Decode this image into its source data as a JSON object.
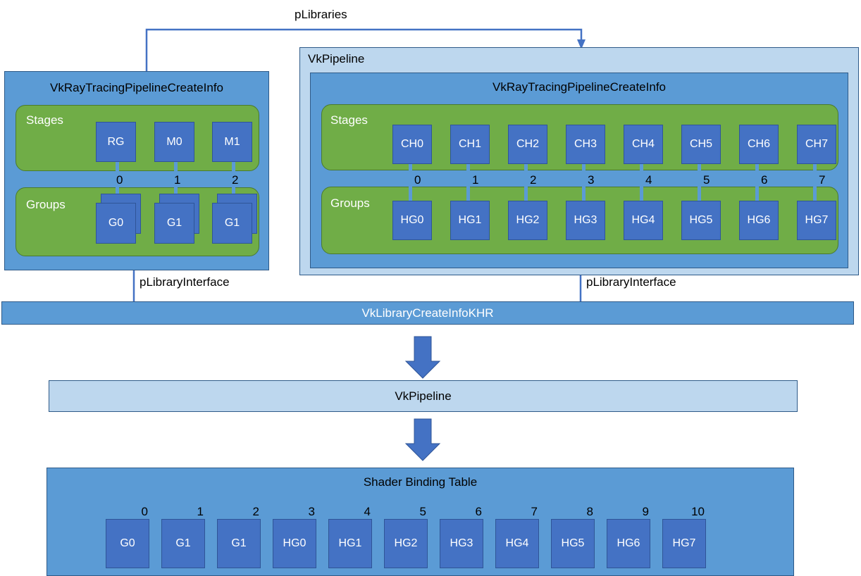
{
  "diagram": {
    "title_top_label": "pLibraries",
    "library_interface_label": "pLibraryInterface"
  },
  "left_panel": {
    "title": "VkRayTracingPipelineCreateInfo",
    "stages_label": "Stages",
    "groups_label": "Groups",
    "stages": [
      "RG",
      "M0",
      "M1"
    ],
    "groups": [
      "G0",
      "G1",
      "G1"
    ],
    "indices": [
      "0",
      "1",
      "2"
    ],
    "out_label": "pLibraryInterface"
  },
  "right_panel": {
    "outer_title": "VkPipeline",
    "title": "VkRayTracingPipelineCreateInfo",
    "stages_label": "Stages",
    "groups_label": "Groups",
    "stages": [
      "CH0",
      "CH1",
      "CH2",
      "CH3",
      "CH4",
      "CH5",
      "CH6",
      "CH7"
    ],
    "groups": [
      "HG0",
      "HG1",
      "HG2",
      "HG3",
      "HG4",
      "HG5",
      "HG6",
      "HG7"
    ],
    "indices": [
      "0",
      "1",
      "2",
      "3",
      "4",
      "5",
      "6",
      "7"
    ],
    "out_label": "pLibraryInterface"
  },
  "library_bar": {
    "label": "VkLibraryCreateInfoKHR"
  },
  "pipeline_bar": {
    "label": "VkPipeline"
  },
  "shader_binding_table": {
    "title": "Shader Binding Table",
    "indices": [
      "0",
      "1",
      "2",
      "3",
      "4",
      "5",
      "6",
      "7",
      "8",
      "9",
      "10"
    ],
    "cells": [
      "G0",
      "G1",
      "G1",
      "HG0",
      "HG1",
      "HG2",
      "HG3",
      "HG4",
      "HG5",
      "HG6",
      "HG7"
    ]
  },
  "colors": {
    "panel_blue": "#5B9BD5",
    "panel_light_blue": "#BDD7EE",
    "cell_blue": "#4472C4",
    "band_green": "#70AD47",
    "border_blue": "#2E5A88",
    "arrow_blue": "#4472C4"
  }
}
